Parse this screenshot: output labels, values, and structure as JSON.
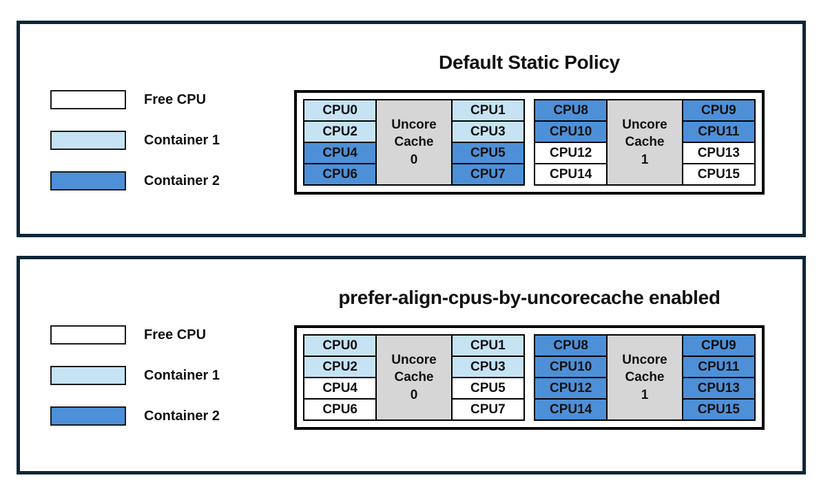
{
  "colors": {
    "free": "#ffffff",
    "container1": "#c6e3f4",
    "container2": "#4d90d8",
    "cache": "#d6d6d6",
    "panel_border": "#0d2636",
    "cell_border": "#000000"
  },
  "legend": {
    "items": [
      {
        "label": "Free CPU",
        "state": "free"
      },
      {
        "label": "Container 1",
        "state": "container1"
      },
      {
        "label": "Container 2",
        "state": "container2"
      }
    ]
  },
  "panels": [
    {
      "title": "Default Static Policy",
      "groups": [
        {
          "cache": {
            "lines": [
              "Uncore",
              "Cache",
              "0"
            ]
          },
          "columns": [
            [
              {
                "label": "CPU0",
                "state": "container1"
              },
              {
                "label": "CPU2",
                "state": "container1"
              },
              {
                "label": "CPU4",
                "state": "container2"
              },
              {
                "label": "CPU6",
                "state": "container2"
              }
            ],
            [
              {
                "label": "CPU1",
                "state": "container1"
              },
              {
                "label": "CPU3",
                "state": "container1"
              },
              {
                "label": "CPU5",
                "state": "container2"
              },
              {
                "label": "CPU7",
                "state": "container2"
              }
            ]
          ]
        },
        {
          "cache": {
            "lines": [
              "Uncore",
              "Cache",
              "1"
            ]
          },
          "columns": [
            [
              {
                "label": "CPU8",
                "state": "container2"
              },
              {
                "label": "CPU10",
                "state": "container2"
              },
              {
                "label": "CPU12",
                "state": "free"
              },
              {
                "label": "CPU14",
                "state": "free"
              }
            ],
            [
              {
                "label": "CPU9",
                "state": "container2"
              },
              {
                "label": "CPU11",
                "state": "container2"
              },
              {
                "label": "CPU13",
                "state": "free"
              },
              {
                "label": "CPU15",
                "state": "free"
              }
            ]
          ]
        }
      ]
    },
    {
      "title": "prefer-align-cpus-by-uncorecache enabled",
      "groups": [
        {
          "cache": {
            "lines": [
              "Uncore",
              "Cache",
              "0"
            ]
          },
          "columns": [
            [
              {
                "label": "CPU0",
                "state": "container1"
              },
              {
                "label": "CPU2",
                "state": "container1"
              },
              {
                "label": "CPU4",
                "state": "free"
              },
              {
                "label": "CPU6",
                "state": "free"
              }
            ],
            [
              {
                "label": "CPU1",
                "state": "container1"
              },
              {
                "label": "CPU3",
                "state": "container1"
              },
              {
                "label": "CPU5",
                "state": "free"
              },
              {
                "label": "CPU7",
                "state": "free"
              }
            ]
          ]
        },
        {
          "cache": {
            "lines": [
              "Uncore",
              "Cache",
              "1"
            ]
          },
          "columns": [
            [
              {
                "label": "CPU8",
                "state": "container2"
              },
              {
                "label": "CPU10",
                "state": "container2"
              },
              {
                "label": "CPU12",
                "state": "container2"
              },
              {
                "label": "CPU14",
                "state": "container2"
              }
            ],
            [
              {
                "label": "CPU9",
                "state": "container2"
              },
              {
                "label": "CPU11",
                "state": "container2"
              },
              {
                "label": "CPU13",
                "state": "container2"
              },
              {
                "label": "CPU15",
                "state": "container2"
              }
            ]
          ]
        }
      ]
    }
  ]
}
